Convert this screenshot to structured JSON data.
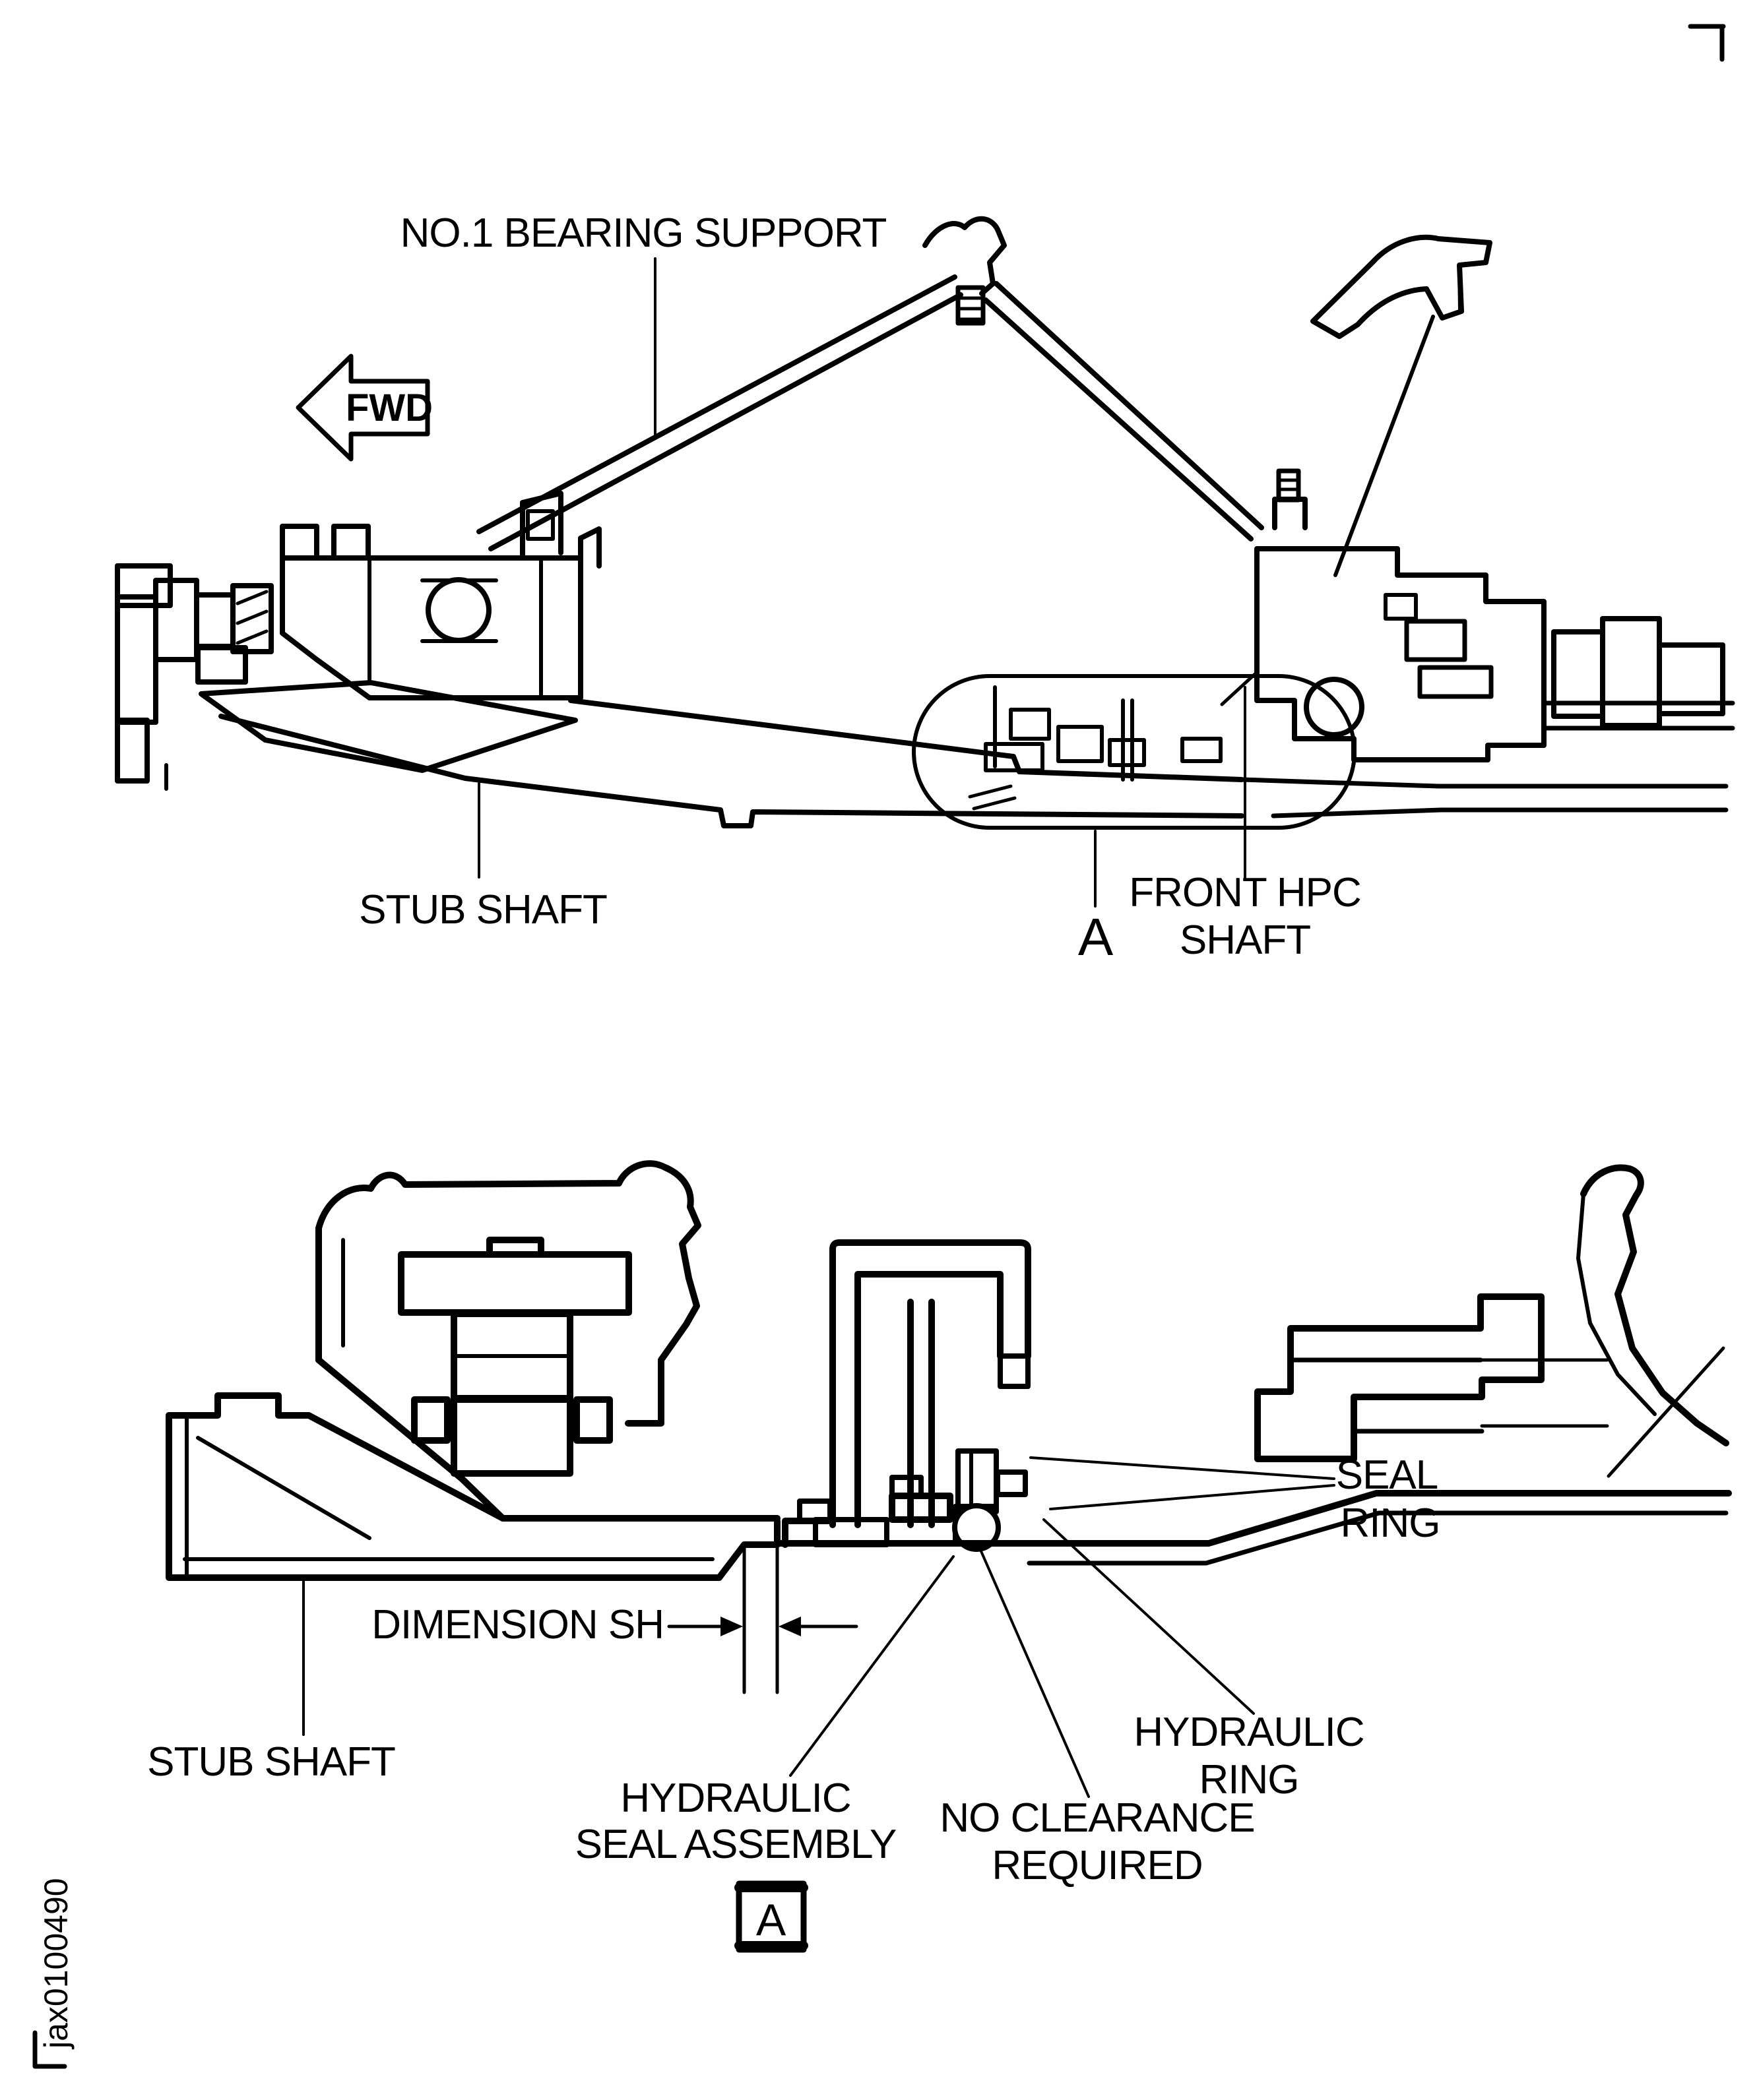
{
  "page": {
    "background": "#ffffff",
    "ink": "#000000"
  },
  "figure_id": "jax0100490",
  "orientation_arrow": {
    "label": "FWD"
  },
  "upper_view": {
    "labels": {
      "bearing_support": "NO.1 BEARING SUPPORT",
      "stub_shaft": "STUB SHAFT",
      "detail_marker": "A",
      "front_hpc_shaft": [
        "FRONT HPC",
        "SHAFT"
      ]
    }
  },
  "lower_view": {
    "labels": {
      "dimension": "DIMENSION SH",
      "stub_shaft": "STUB SHAFT",
      "hydraulic_seal_assembly": [
        "HYDRAULIC",
        "SEAL ASSEMBLY"
      ],
      "no_clearance": [
        "NO CLEARANCE",
        "REQUIRED"
      ],
      "hydraulic_ring": [
        "HYDRAULIC",
        "RING"
      ],
      "seal_ring": [
        "SEAL",
        "RING"
      ],
      "detail_box_marker": "A"
    }
  }
}
